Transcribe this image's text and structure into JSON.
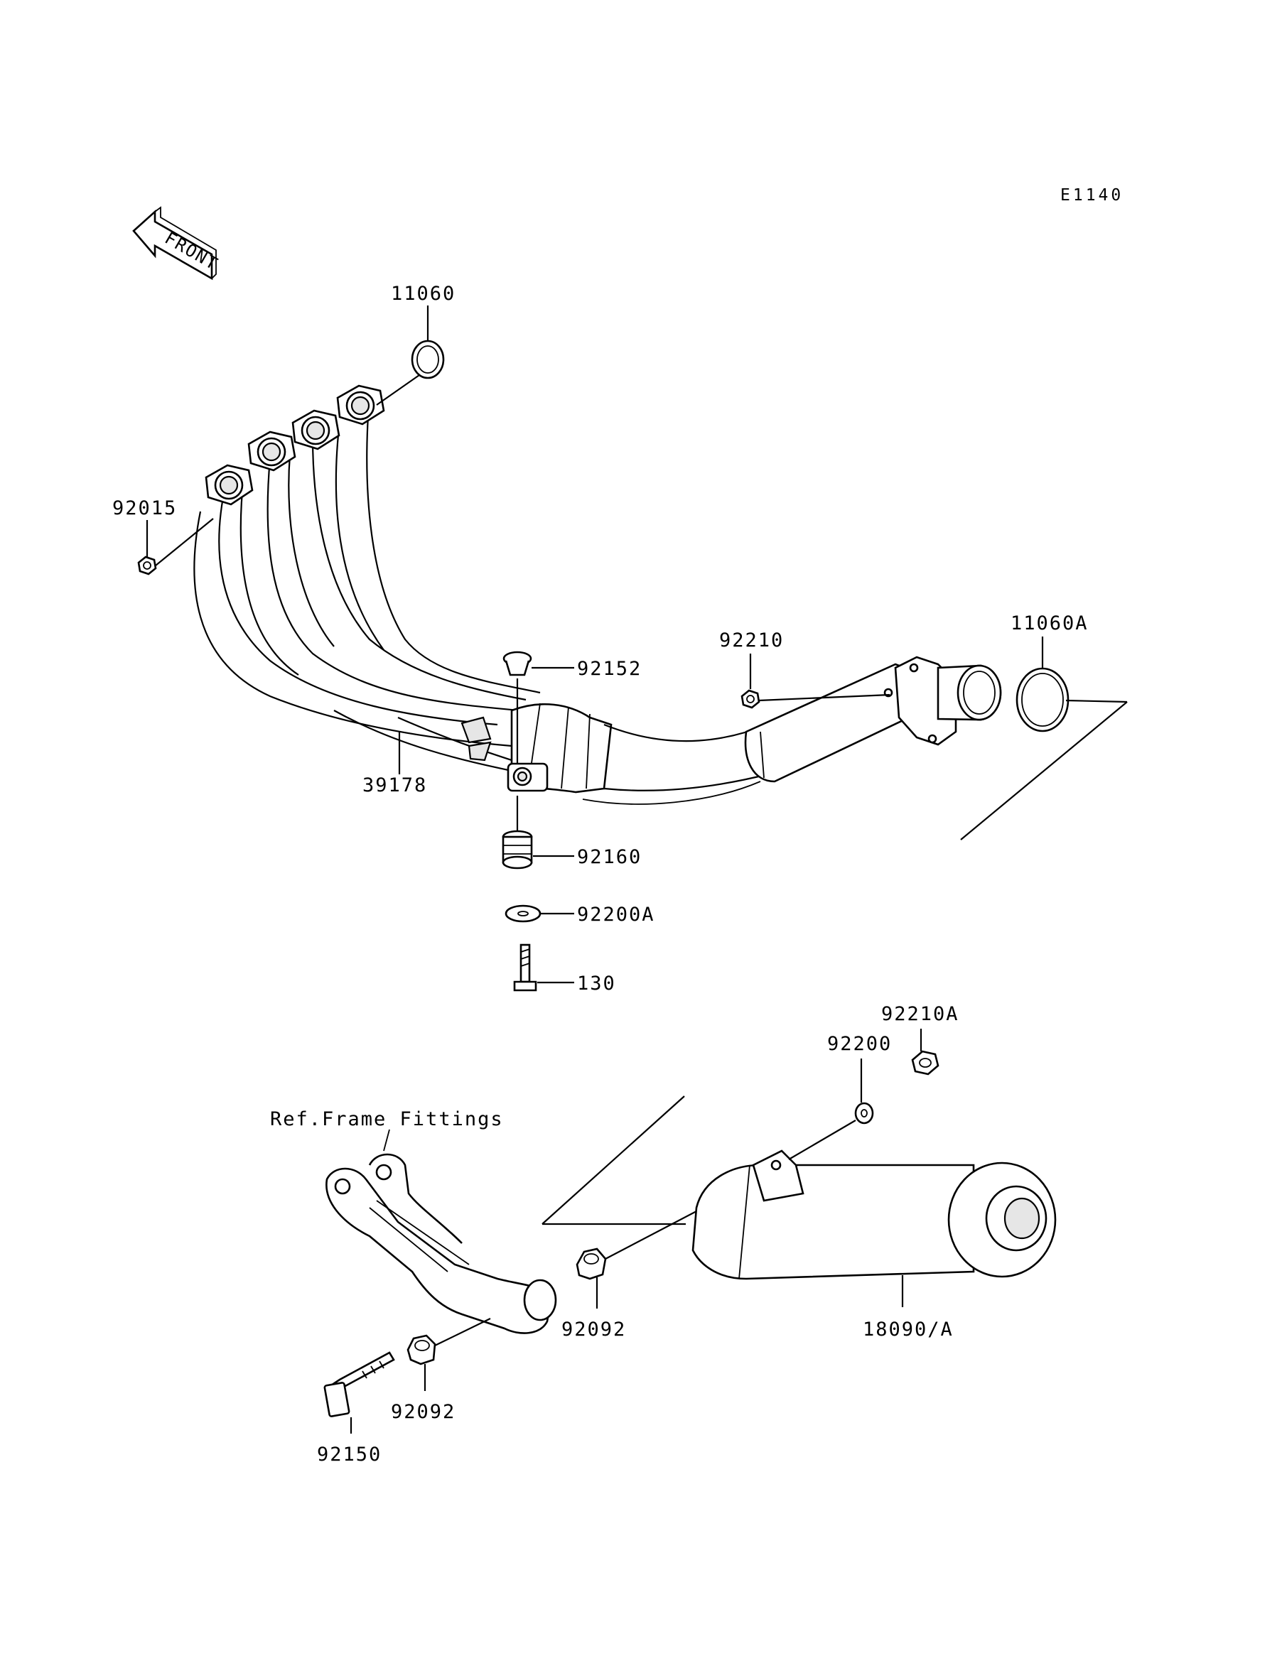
{
  "diagram_code": "E1140",
  "front_arrow_text": "FRONT",
  "reference_note": "Ref.Frame Fittings",
  "callouts": {
    "gasket_top": "11060",
    "nut_flange": "92015",
    "header_pipe": "39178",
    "collar_top": "92152",
    "nut_clamp": "92210",
    "gasket_joint": "11060A",
    "damper": "92160",
    "washer_a": "92200A",
    "bolt": "130",
    "nut_muffler": "92210A",
    "washer_muffler": "92200",
    "grommet_front": "92092",
    "muffler": "18090/A",
    "grommet_bracket": "92092",
    "bolt_bracket": "92150"
  }
}
